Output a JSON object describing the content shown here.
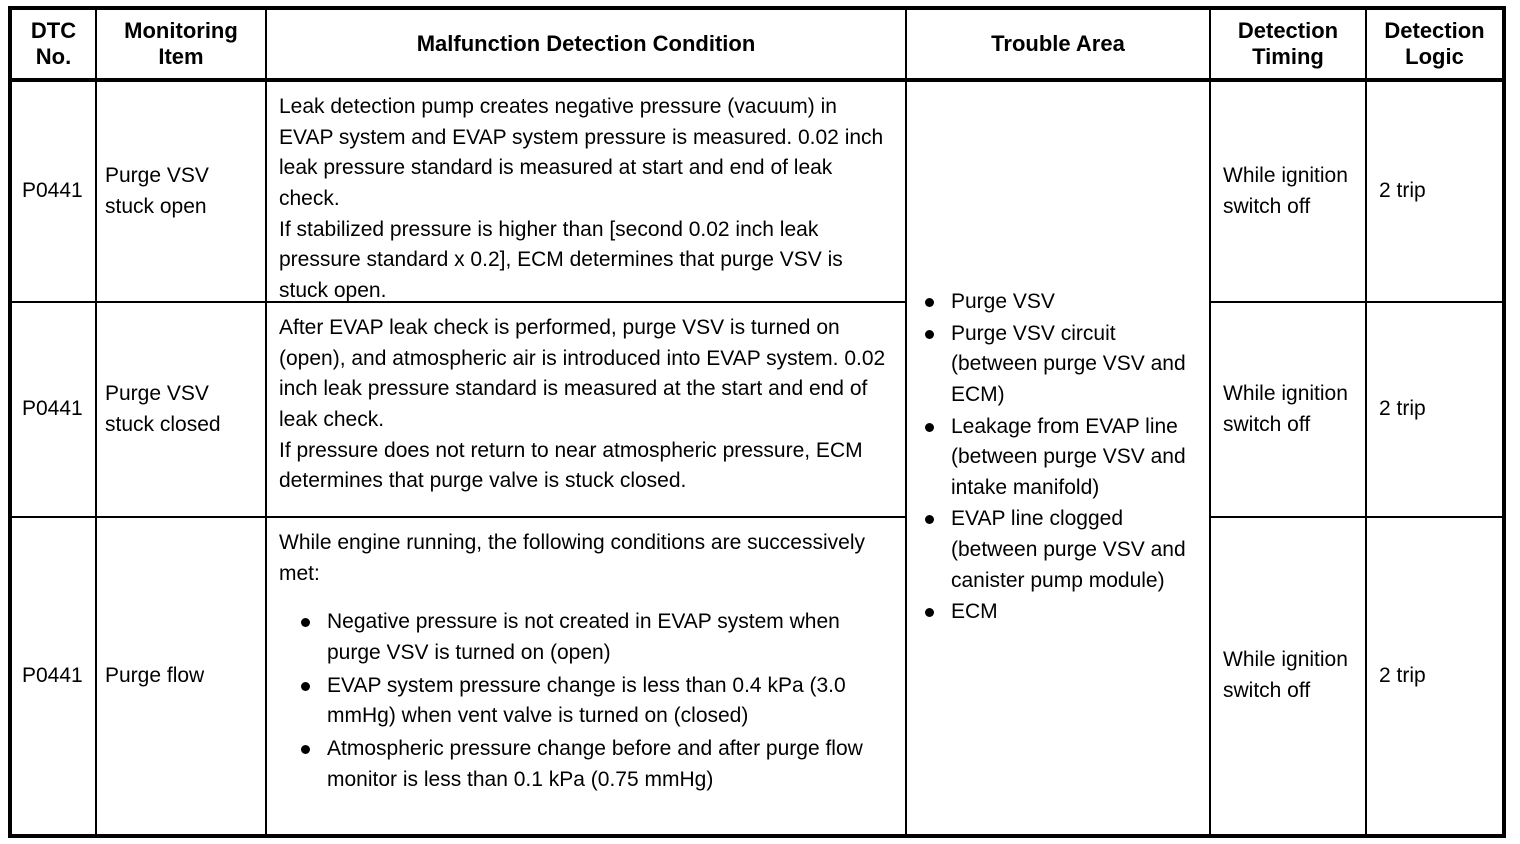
{
  "table": {
    "headers": [
      "DTC\nNo.",
      "Monitoring\nItem",
      "Malfunction Detection Condition",
      "Trouble Area",
      "Detection\nTiming",
      "Detection\nLogic"
    ],
    "header_labels": {
      "dtc_no": "DTC No.",
      "monitoring_item": "Monitoring Item",
      "malfunction_detection_condition": "Malfunction Detection Condition",
      "trouble_area": "Trouble Area",
      "detection_timing": "Detection Timing",
      "detection_logic": "Detection Logic"
    },
    "header_lines": {
      "dtc_l1": "DTC",
      "dtc_l2": "No.",
      "monitoring_l1": "Monitoring",
      "monitoring_l2": "Item",
      "condition": "Malfunction Detection Condition",
      "trouble": "Trouble Area",
      "timing_l1": "Detection",
      "timing_l2": "Timing",
      "logic_l1": "Detection",
      "logic_l2": "Logic"
    },
    "rows": [
      {
        "dtc_no": "P0441",
        "monitoring_item": "Purge VSV stuck open",
        "condition_paragraphs": [
          "Leak detection pump creates negative pressure (vacuum) in EVAP system and EVAP system pressure is measured. 0.02 inch leak pressure standard is measured at start and end of leak check.",
          "If stabilized pressure is higher than [second 0.02 inch leak pressure standard x 0.2], ECM determines that purge VSV is stuck open."
        ],
        "condition_bullets": [],
        "detection_timing": "While ignition switch off",
        "detection_logic": "2 trip"
      },
      {
        "dtc_no": "P0441",
        "monitoring_item": "Purge VSV stuck closed",
        "condition_paragraphs": [
          "After EVAP leak check is performed, purge VSV is turned on (open), and atmospheric air is introduced into EVAP system. 0.02 inch leak pressure standard is measured at the start and end of leak check.",
          "If pressure does not return to near atmospheric pressure, ECM determines that purge valve is stuck closed."
        ],
        "condition_bullets": [],
        "detection_timing": "While ignition switch off",
        "detection_logic": "2 trip"
      },
      {
        "dtc_no": "P0441",
        "monitoring_item": "Purge flow",
        "condition_paragraphs": [
          "While engine running, the following conditions are successively met:"
        ],
        "condition_bullets": [
          "Negative pressure is not created in EVAP system when purge VSV is turned on (open)",
          "EVAP system pressure change is less than 0.4 kPa (3.0 mmHg) when vent valve is turned on (closed)",
          "Atmospheric pressure change before and after purge flow monitor is less than 0.1 kPa (0.75 mmHg)"
        ],
        "detection_timing": "While ignition switch off",
        "detection_logic": "2 trip"
      }
    ],
    "trouble_area_items": [
      "Purge VSV",
      "Purge VSV circuit (between purge VSV and ECM)",
      "Leakage from EVAP line (between purge VSV and intake manifold)",
      "EVAP line clogged (between purge VSV and canister pump module)",
      "ECM"
    ]
  },
  "colors": {
    "border": "#000000",
    "text": "#000000",
    "background": "#ffffff"
  }
}
